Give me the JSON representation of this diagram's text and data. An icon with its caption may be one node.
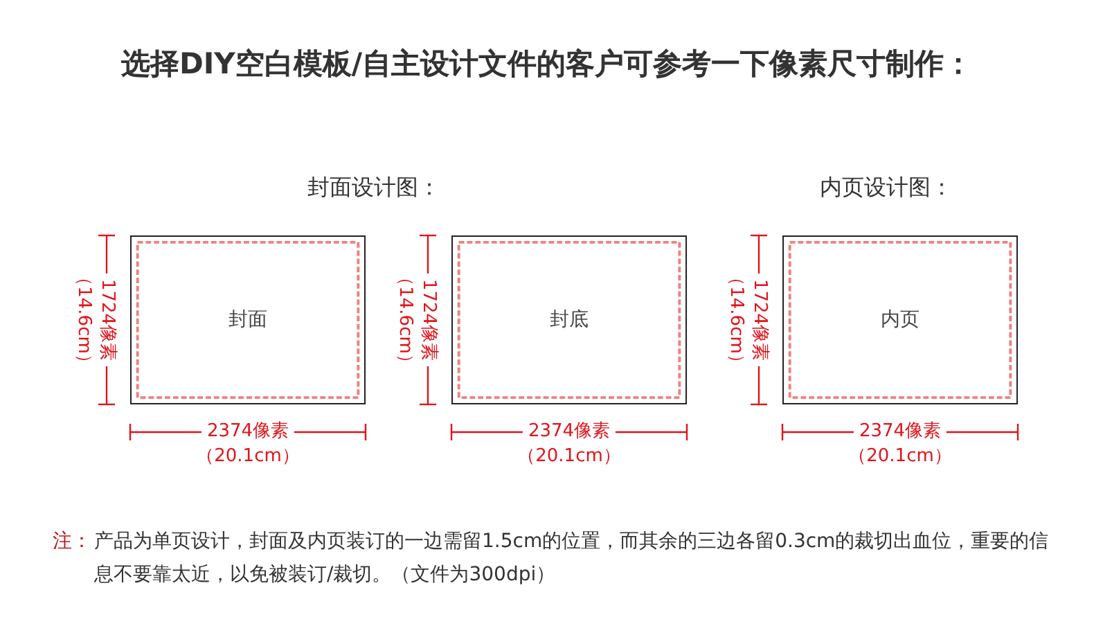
{
  "diagram": {
    "title": "选择DIY空白模板/自主设计文件的客户可参考一下像素尺寸制作：",
    "nodes": [
      {
        "text": [
          "封面"
        ]
      },
      {
        "text": [
          "封底"
        ]
      },
      {
        "text": [
          "内页"
        ]
      }
    ],
    "labels": [
      "封面设计图：",
      "内页设计图：",
      "1724像素",
      "（14.6cm）",
      "2374像素",
      "（20.1cm）",
      "1724像素",
      "（14.6cm）",
      "2374像素",
      "（20.1cm）",
      "1724像素",
      "（14.6cm）",
      "2374像素",
      "（20.1cm）",
      "注：",
      "产品为单页设计，封面及内页装订的一边需留1.5cm的位置，而其余的三边各留0.3cm的裁切出血位，重要的信息不要靠太近，以免被装订/裁切。（文件为300dpi）"
    ]
  }
}
